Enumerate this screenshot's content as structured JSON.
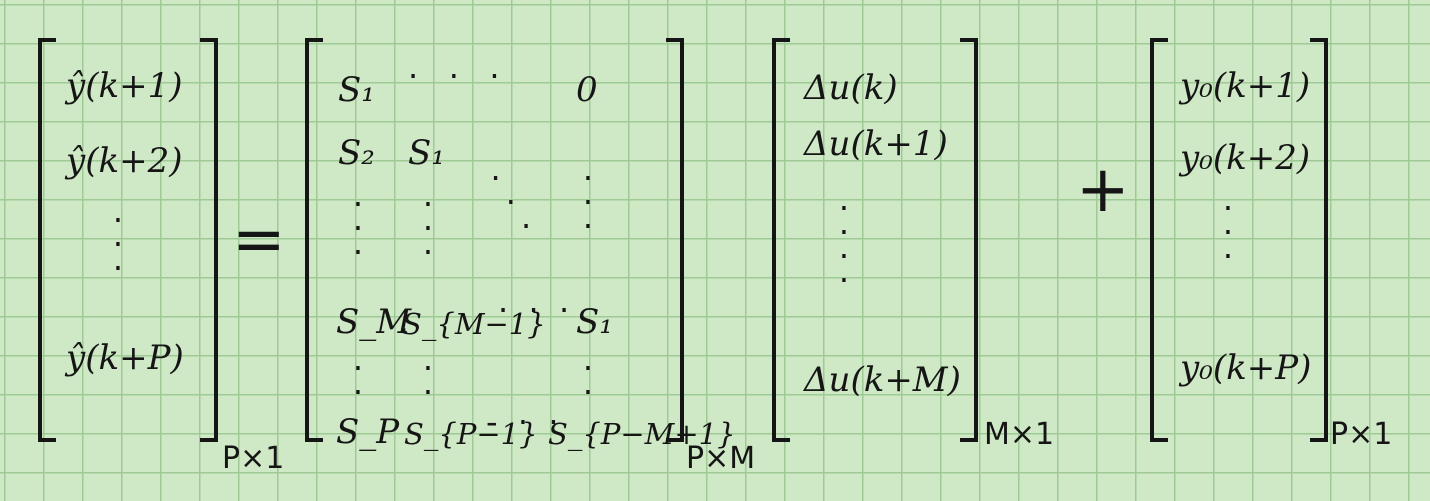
{
  "lhs": {
    "entries": [
      "ŷ(k+1)",
      "ŷ(k+2)",
      "ŷ(k+P)"
    ],
    "dim": "P×1"
  },
  "equals": "=",
  "plus": "+",
  "S": {
    "row1": [
      "S₁",
      "0"
    ],
    "row2": [
      "S₂",
      "S₁"
    ],
    "rowM": [
      "S_M",
      "S_{M−1}",
      "S₁"
    ],
    "rowP": [
      "S_P",
      "S_{P−1}",
      "S_{P−M+1}"
    ],
    "dim": "P×M"
  },
  "du": {
    "entries": [
      "Δu(k)",
      "Δu(k+1)",
      "Δu(k+M)"
    ],
    "dim": "M×1"
  },
  "y0": {
    "entries": [
      "y₀(k+1)",
      "y₀(k+2)",
      "y₀(k+P)"
    ],
    "dim": "P×1"
  }
}
